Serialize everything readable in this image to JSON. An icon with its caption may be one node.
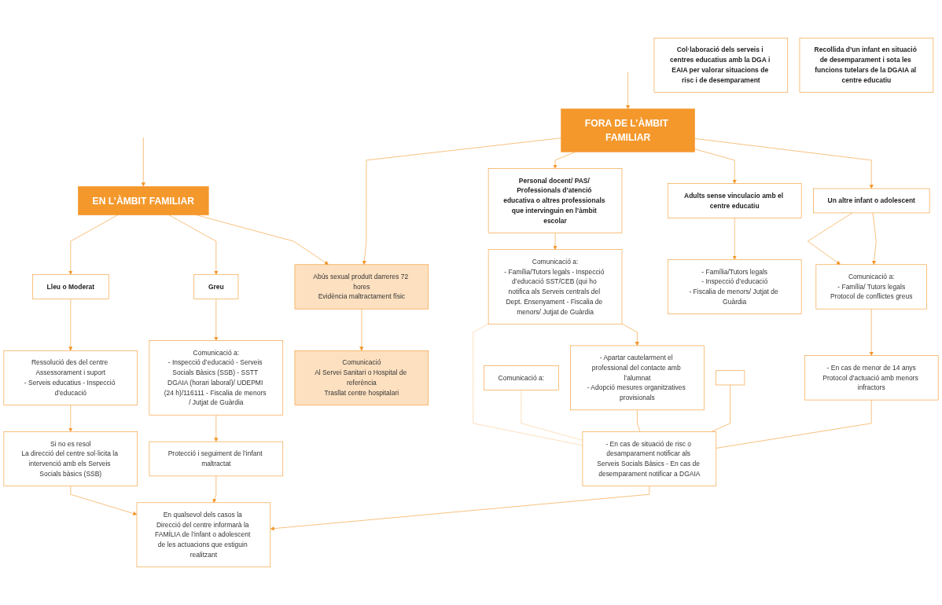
{
  "diagram": {
    "nodes": [
      {
        "text": [
          "EN L’ÀMBIT FAMILIAR"
        ]
      },
      {
        "text": [
          "FORA DE L’ÀMBIT FAMILIAR"
        ]
      },
      {
        "text": [
          "Lleu o Moderat"
        ]
      },
      {
        "text": [
          "Ressolució des del centre Assessorament i suport",
          "- Serveis educatius - Inspecció d’educació"
        ]
      },
      {
        "text": [
          "Si no es resol",
          "La direcció del centre sol·licita la intervenció amb els Serveis Socials bàsics (SSB)"
        ]
      },
      {
        "text": [
          "Greu"
        ]
      },
      {
        "text": [
          "Comunicació a:",
          "- Inspecció d’educació - Serveis Socials Bàsics (SSB) - SSTT DGAIA (horari laboral)/ UDEPMI (24 h)/116111 - Fiscalia de menors / Jutjat de Guàrdia"
        ]
      },
      {
        "text": [
          "Protecció i seguiment de l’infant maltractat"
        ]
      },
      {
        "text": [
          "Abús sexual produït darreres 72 hores",
          "Evidència maltractament físic"
        ]
      },
      {
        "text": [
          "Comunicació",
          "Al Servei Sanitari o Hospital de referència",
          "Trasllat centre hospitalari"
        ]
      },
      {
        "text": [
          "En qualsevol dels casos la Direcció del centre informarà la FAMÍLIA de l’infant o adolescent de les actuacions que estiguin realitzant"
        ]
      },
      {
        "text": [
          "Personal docent/ PAS/ Professionals d’atenció educativa o altres professionals que intervinguin en l’àmbit escolar"
        ]
      },
      {
        "text": [
          "Comunicació a:",
          "- Família/Tutors legals - Inspecció d’educació SST/CEB (qui ho notifica als Serveis centrals del Dept. Ensenyament - Fiscalia de menors/ Jutjat de Guàrdia"
        ]
      },
      {
        "text": [
          "- Apartar cautelarment el professional del contacte amb l’alumnat",
          "- Adopció mesures organitzatives provisionals"
        ]
      },
      {
        "text": [
          "Adults sense vinculacio amb el centre educatiu"
        ]
      },
      {
        "text": [
          "Comunicació a:"
        ]
      },
      {
        "text": [
          "- Família/Tutors legals",
          "- Inspecció d’educació",
          "- Fiscalia de menors/ Jutjat de Guàrdia"
        ]
      },
      {
        "text": [],
        "shape": "box"
      },
      {
        "text": [
          "Un altre infant o adolescent"
        ]
      },
      {
        "text": [
          "Comunicació a:",
          "- Família/ Tutors legals",
          "Protocol de conflictes greus"
        ]
      },
      {
        "text": [
          "- En cas de menor de 14 anys",
          "Protocol d’actuació amb menors infractors"
        ]
      },
      {
        "text": [
          "- En cas de situació de risc o desamparament notificar als Serveis Socials Bàsics - En cas de desemparament notificar a DGAIA"
        ]
      },
      {
        "text": [
          "Col·laboració dels serveis i centres educatius amb la DGA i EAIA per valorar situacions de risc i de desemparament"
        ]
      },
      {
        "text": [
          "Recollida d’un infant en situació de desemparament i sota les funcions tutelars de la DGAIA al centre educatiu"
        ]
      }
    ],
    "edges": [
      {
        "from": null,
        "to": 0,
        "arrow": "to"
      },
      {
        "from": null,
        "to": 1,
        "arrow": "to"
      },
      {
        "from": 0,
        "to": 2,
        "arrow": "to"
      },
      {
        "from": 0,
        "to": 5,
        "arrow": "to"
      },
      {
        "from": 0,
        "to": 8,
        "arrow": "to"
      },
      {
        "from": 1,
        "to": 8,
        "arrow": "to"
      },
      {
        "from": 1,
        "to": 11,
        "arrow": "to"
      },
      {
        "from": 1,
        "to": 14,
        "arrow": "to"
      },
      {
        "from": 1,
        "to": 18,
        "arrow": "to"
      },
      {
        "from": 2,
        "to": 3,
        "arrow": "to"
      },
      {
        "from": 3,
        "to": 4,
        "arrow": "to"
      },
      {
        "from": 5,
        "to": 6,
        "arrow": "to"
      },
      {
        "from": 6,
        "to": 7,
        "arrow": "to"
      },
      {
        "from": 8,
        "to": 9,
        "arrow": "to"
      },
      {
        "from": 4,
        "to": 10,
        "arrow": "to"
      },
      {
        "from": 7,
        "to": 10,
        "arrow": "to"
      },
      {
        "from": 11,
        "to": 12,
        "arrow": "to"
      },
      {
        "from": 12,
        "to": 13,
        "arrow": "to"
      },
      {
        "from": 12,
        "to": 21,
        "arrow": "none",
        "style": "dashed"
      },
      {
        "from": 14,
        "to": 16,
        "arrow": "to"
      },
      {
        "from": 15,
        "to": 21,
        "arrow": "none",
        "style": "dashed"
      },
      {
        "from": 18,
        "to": 19,
        "arrow": "to"
      },
      {
        "from": 18,
        "to": 19,
        "arrow": "to"
      },
      {
        "from": 19,
        "to": 20,
        "arrow": "to"
      },
      {
        "from": 13,
        "to": 21,
        "arrow": "none"
      },
      {
        "from": 17,
        "to": 21,
        "arrow": "none"
      },
      {
        "from": 20,
        "to": 21,
        "arrow": "none"
      },
      {
        "from": 21,
        "to": 10,
        "arrow": "to"
      }
    ]
  }
}
